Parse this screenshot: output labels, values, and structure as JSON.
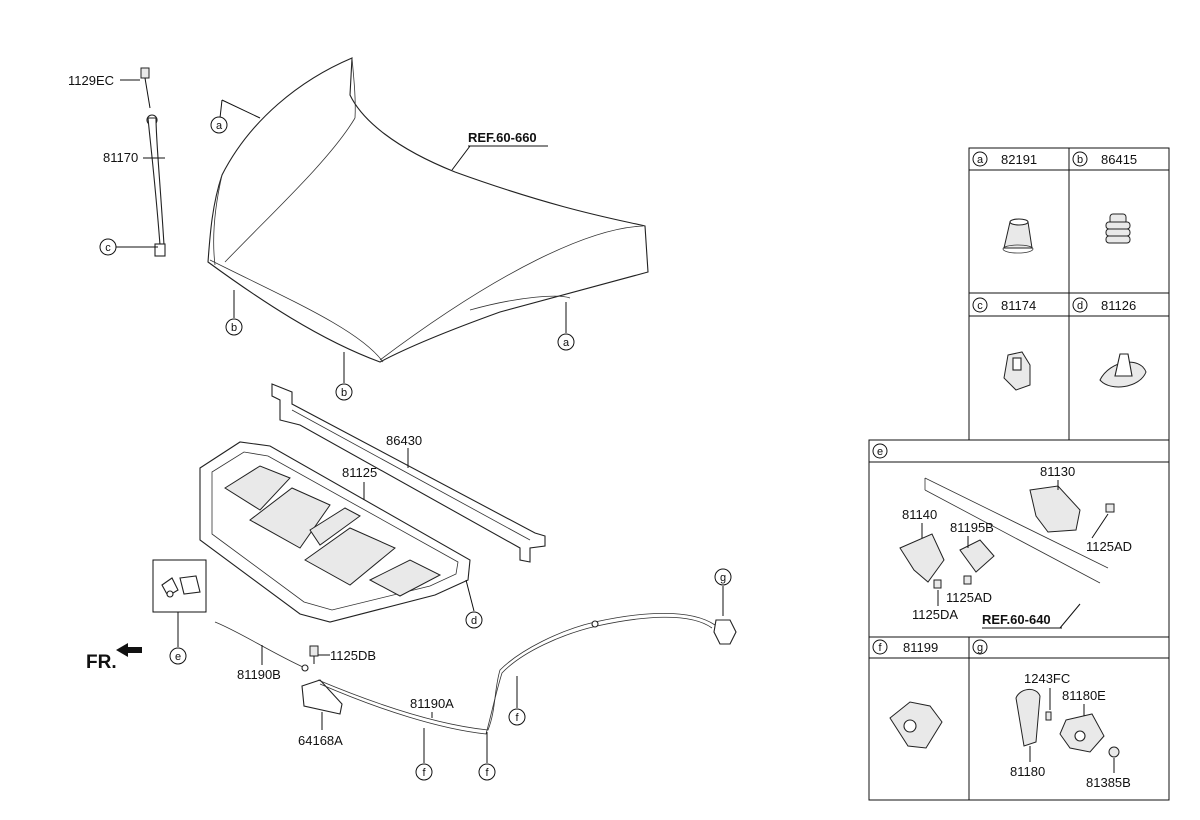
{
  "labels": {
    "p1129EC": "1129EC",
    "p81170": "81170",
    "ref_hood": "REF.60-660",
    "p86430": "86430",
    "p81125": "81125",
    "p1125DB": "1125DB",
    "p81190B": "81190B",
    "p81190A": "81190A",
    "p64168A": "64168A",
    "fr": "FR."
  },
  "callouts": {
    "a": "a",
    "b": "b",
    "c": "c",
    "d": "d",
    "e": "e",
    "f": "f",
    "g": "g"
  },
  "table": {
    "a": {
      "letter": "a",
      "part": "82191"
    },
    "b": {
      "letter": "b",
      "part": "86415"
    },
    "c": {
      "letter": "c",
      "part": "81174"
    },
    "d": {
      "letter": "d",
      "part": "81126"
    },
    "e": {
      "letter": "e",
      "parts": {
        "p81130": "81130",
        "p81140": "81140",
        "p81195B": "81195B",
        "p1125AD_top": "1125AD",
        "p1125AD_bottom": "1125AD",
        "p1125DA": "1125DA",
        "ref": "REF.60-640"
      }
    },
    "f": {
      "letter": "f",
      "part": "81199"
    },
    "g": {
      "letter": "g",
      "parts": {
        "p1243FC": "1243FC",
        "p81180E": "81180E",
        "p81180": "81180",
        "p81385B": "81385B"
      }
    }
  }
}
